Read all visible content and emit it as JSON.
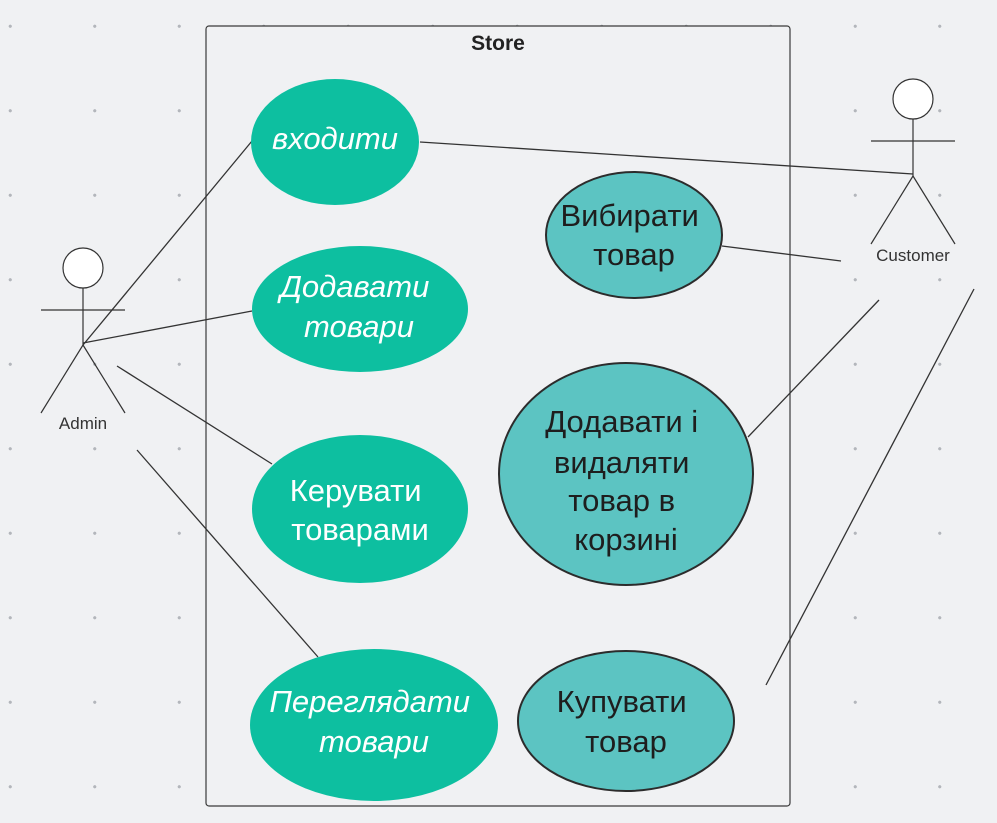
{
  "system": {
    "title": "Store"
  },
  "actors": {
    "admin": {
      "label": "Admin"
    },
    "customer": {
      "label": "Customer"
    }
  },
  "use_cases": {
    "login": {
      "lines": [
        "входити"
      ]
    },
    "add_products": {
      "lines": [
        "Додавати",
        "товари"
      ]
    },
    "manage_products": {
      "lines": [
        "Керувати",
        "товарами"
      ]
    },
    "view_products": {
      "lines": [
        "Переглядати",
        "товари"
      ]
    },
    "choose_product": {
      "lines": [
        "Вибирати",
        "товар"
      ]
    },
    "cart_add_remove": {
      "lines": [
        "Додавати  і",
        "видаляти",
        "товар в",
        "корзині"
      ]
    },
    "buy_product": {
      "lines": [
        "Купувати",
        "товар"
      ]
    }
  },
  "colors": {
    "admin_use_case_fill": "#0dbfa0",
    "customer_use_case_fill": "#5cc4c2",
    "background": "#f0f1f3"
  }
}
